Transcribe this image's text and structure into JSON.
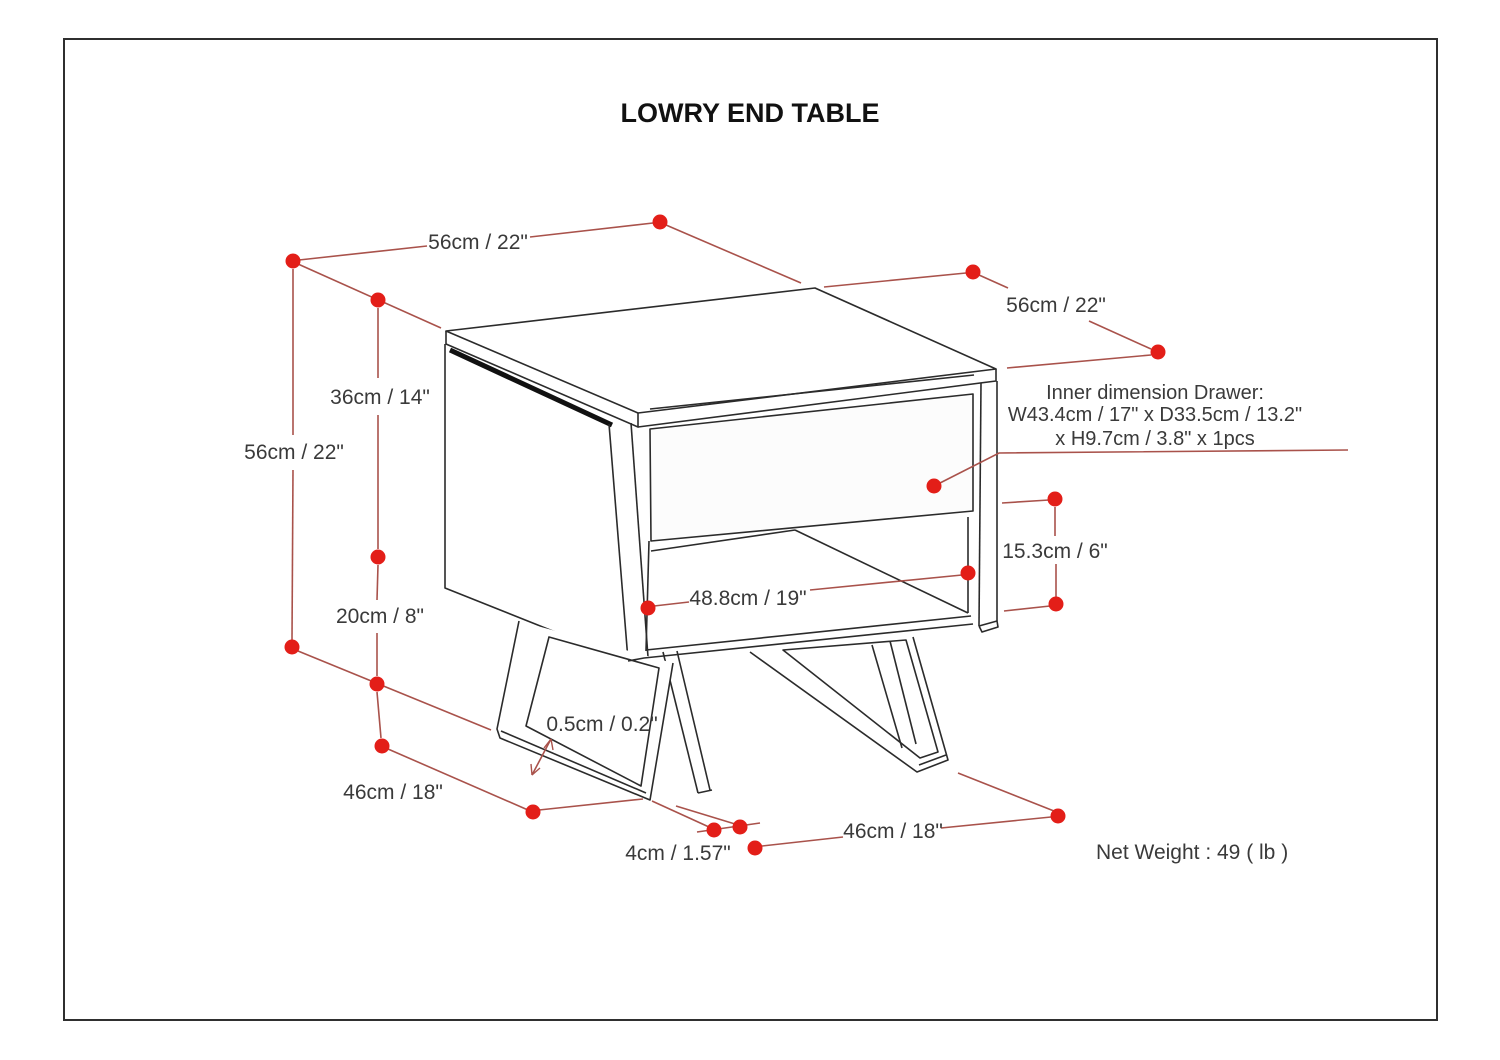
{
  "title": "LOWRY END TABLE",
  "annotations": {
    "top_depth": "56cm / 22\"",
    "top_width": "56cm / 22\"",
    "height_total": "56cm / 22\"",
    "height_cabinet": "36cm / 14\"",
    "height_leg": "20cm / 8\"",
    "shelf_width": "48.8cm / 19\"",
    "shelf_height": "15.3cm / 6\"",
    "foot_thickness": "0.5cm / 0.2\"",
    "floor_depth": "46cm / 18\"",
    "floor_width": "46cm / 18\"",
    "foot_width": "4cm / 1.57\"",
    "inner_drawer_line1": "Inner dimension Drawer:",
    "inner_drawer_line2": "W43.4cm / 17\" x D33.5cm / 13.2\"",
    "inner_drawer_line3": "x H9.7cm / 3.8\" x 1pcs",
    "net_weight": "Net Weight : 49 ( lb )"
  },
  "colors": {
    "dot": "#e31e18",
    "dim_line": "#a9524b",
    "drawing_line": "#2b2b2b"
  }
}
